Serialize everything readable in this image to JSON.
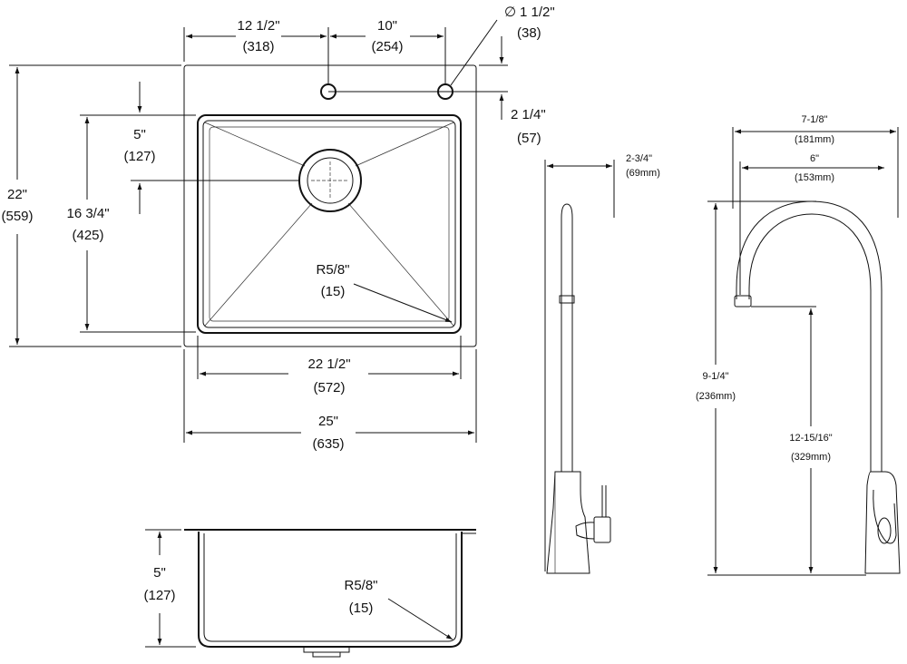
{
  "sink_top": {
    "hole_to_hole": {
      "in": "12 1/2\"",
      "mm": "(318)"
    },
    "hole_spacing": {
      "in": "10\"",
      "mm": "(254)"
    },
    "hole_diameter": {
      "symbol": "∅",
      "in": "1 1/2\"",
      "mm": "(38)"
    },
    "hole_offset": {
      "in": "2 1/4\"",
      "mm": "(57)"
    },
    "drain_offset": {
      "in": "5\"",
      "mm": "(127)"
    },
    "bowl_depth": {
      "in": "16 3/4\"",
      "mm": "(425)"
    },
    "overall_depth": {
      "in": "22\"",
      "mm": "(559)"
    },
    "corner_radius": {
      "in": "R5/8\"",
      "mm": "(15)"
    },
    "bowl_width": {
      "in": "22 1/2\"",
      "mm": "(572)"
    },
    "overall_width": {
      "in": "25\"",
      "mm": "(635)"
    }
  },
  "sink_section": {
    "bowl_height": {
      "in": "5\"",
      "mm": "(127)"
    },
    "corner_radius": {
      "in": "R5/8\"",
      "mm": "(15)"
    }
  },
  "faucet_side": {
    "depth": {
      "in": "2-3/4\"",
      "mm": "(69mm)"
    }
  },
  "faucet_front": {
    "reach": {
      "in": "7-1/8\"",
      "mm": "(181mm)"
    },
    "spout_reach": {
      "in": "6\"",
      "mm": "(153mm)"
    },
    "spout_height": {
      "in": "9-1/4\"",
      "mm": "(236mm)"
    },
    "overall_height": {
      "in": "12-15/16\"",
      "mm": "(329mm)"
    }
  }
}
